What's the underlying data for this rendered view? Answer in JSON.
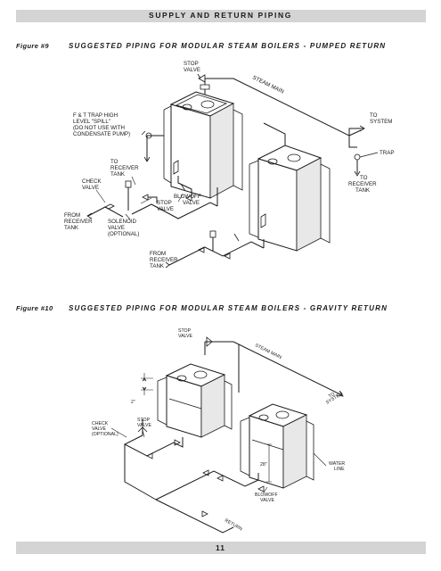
{
  "header": {
    "title": "SUPPLY AND RETURN PIPING"
  },
  "figure9": {
    "label": "Figure #9",
    "title": "SUGGESTED PIPING FOR MODULAR STEAM BOILERS - PUMPED RETURN",
    "labels": {
      "stop_valve_top_1": "STOP",
      "stop_valve_top_2": "VALVE",
      "steam_main": "STEAM MAIN",
      "to_system_1": "TO",
      "to_system_2": "SYSTEM",
      "trap": "TRAP",
      "to_receiver_right_1": "TO",
      "to_receiver_right_2": "RECEIVER",
      "to_receiver_right_3": "TANK",
      "ft_trap_1": "F & T TRAP HIGH",
      "ft_trap_2": "LEVEL \"SPILL\"",
      "ft_trap_3": "(DO NOT USE WITH",
      "ft_trap_4": "CONDENSATE PUMP)",
      "to_receiver_left_1": "TO",
      "to_receiver_left_2": "RECEIVER",
      "to_receiver_left_3": "TANK",
      "check_valve_1": "CHECK",
      "check_valve_2": "VALVE",
      "stop_valve_mid_1": "STOP",
      "stop_valve_mid_2": "VALVE",
      "blowoff_1": "BLOWOFF",
      "blowoff_2": "VALVE",
      "from_receiver_left_1": "FROM",
      "from_receiver_left_2": "RECEIVER",
      "from_receiver_left_3": "TANK",
      "solenoid_1": "SOLENOID",
      "solenoid_2": "VALVE",
      "solenoid_3": "(OPTIONAL)",
      "from_receiver_bottom_1": "FROM",
      "from_receiver_bottom_2": "RECEIVER",
      "from_receiver_bottom_3": "TANK"
    }
  },
  "figure10": {
    "label": "Figure #10",
    "title": "SUGGESTED PIPING FOR MODULAR STEAM BOILERS - GRAVITY RETURN",
    "labels": {
      "stop_valve_top_1": "STOP",
      "stop_valve_top_2": "VALVE",
      "steam_main": "STEAM MAIN",
      "to_system_1": "TO",
      "to_system_2": "SYSTEM",
      "dim_2in": "2\"",
      "check_valve_1": "CHECK",
      "check_valve_2": "VALVE",
      "check_valve_3": "(OPTIONAL)",
      "stop_valve_mid_1": "STOP",
      "stop_valve_mid_2": "VALVE",
      "dim_28in": "28\"",
      "water_line_1": "WATER",
      "water_line_2": "LINE",
      "blowoff_1": "BLOWOFF",
      "blowoff_2": "VALVE",
      "return": "RETURN"
    }
  },
  "footer": {
    "page_number": "11"
  }
}
